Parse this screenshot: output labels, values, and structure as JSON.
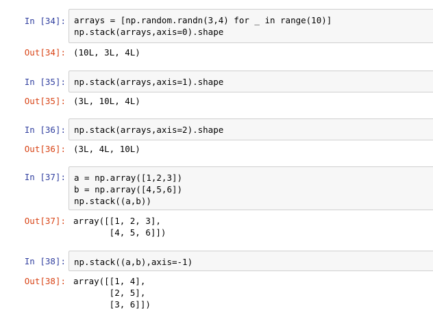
{
  "cells": [
    {
      "in_prompt": "In [34]:",
      "code": "arrays = [np.random.randn(3,4) for _ in range(10)]\nnp.stack(arrays,axis=0).shape",
      "out_prompt": "Out[34]:",
      "output": "(10L, 3L, 4L)"
    },
    {
      "in_prompt": "In [35]:",
      "code": "np.stack(arrays,axis=1).shape",
      "out_prompt": "Out[35]:",
      "output": "(3L, 10L, 4L)"
    },
    {
      "in_prompt": "In [36]:",
      "code": "np.stack(arrays,axis=2).shape",
      "out_prompt": "Out[36]:",
      "output": "(3L, 4L, 10L)"
    },
    {
      "in_prompt": "In [37]:",
      "code": "a = np.array([1,2,3])\nb = np.array([4,5,6])\nnp.stack((a,b))",
      "out_prompt": "Out[37]:",
      "output": "array([[1, 2, 3],\n       [4, 5, 6]])"
    },
    {
      "in_prompt": "In [38]:",
      "code": "np.stack((a,b),axis=-1)",
      "out_prompt": "Out[38]:",
      "output": "array([[1, 4],\n       [2, 5],\n       [3, 6]])"
    }
  ],
  "colors": {
    "in_prompt": "#303f9f",
    "out_prompt": "#d84315",
    "input_bg": "#f7f7f7",
    "input_border": "#cfcfcf"
  }
}
